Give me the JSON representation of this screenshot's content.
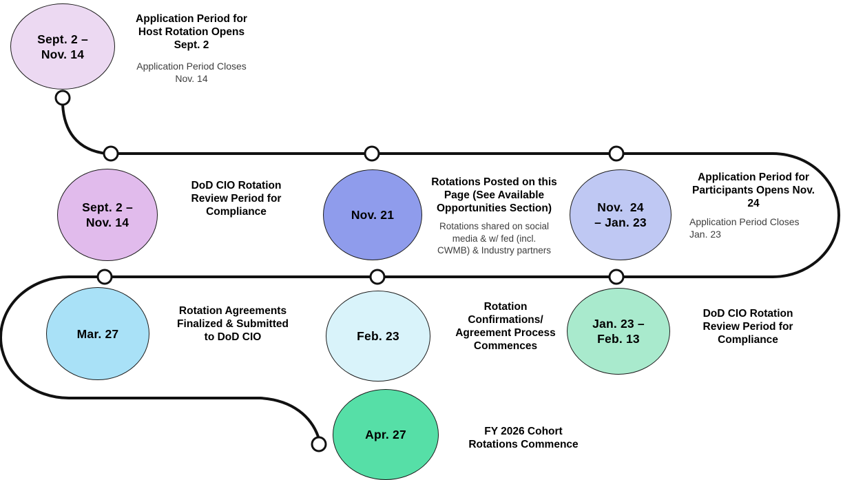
{
  "diagram": {
    "description": "FY 2026 cohort rotation program timeline",
    "colors": {
      "line": "#111111",
      "node_fill": "#ffffff",
      "title_text": "#000000",
      "subtitle_text": "#3d3d3d"
    }
  },
  "milestones": [
    {
      "id": "host-application-period",
      "date": "Sept. 2 –\nNov. 14",
      "title": "Application Period for\nHost Rotation Opens\nSept. 2",
      "subtitle": "Application Period Closes\nNov. 14",
      "color": "#ecd9f2"
    },
    {
      "id": "host-compliance-review",
      "date": "Sept. 2 –\nNov. 14",
      "title": "DoD CIO Rotation\nReview Period for\nCompliance",
      "subtitle": "",
      "color": "#e1bbec"
    },
    {
      "id": "rotations-posted",
      "date": "Nov. 21",
      "title": "Rotations Posted on this\nPage (See Available\nOpportunities Section)",
      "subtitle": "Rotations shared on social\nmedia & w/ fed (incl.\nCWMB) & Industry partners",
      "color": "#8f9cec"
    },
    {
      "id": "participant-application-period",
      "date": "Nov.  24\n– Jan. 23",
      "title": "Application Period for\nParticipants Opens Nov.\n24",
      "subtitle": "Application Period Closes\nJan. 23",
      "color": "#bfc8f3"
    },
    {
      "id": "agreements-finalized",
      "date": "Mar. 27",
      "title": "Rotation Agreements\nFinalized & Submitted\nto DoD CIO",
      "subtitle": "",
      "color": "#a9e1f7"
    },
    {
      "id": "confirmations-commence",
      "date": "Feb. 23",
      "title": "Rotation\nConfirmations/\nAgreement Process\nCommences",
      "subtitle": "",
      "color": "#d9f3fa"
    },
    {
      "id": "participant-compliance-review",
      "date": "Jan. 23 –\nFeb. 13",
      "title": "DoD CIO Rotation\nReview Period for\nCompliance",
      "subtitle": "",
      "color": "#a9eacd"
    },
    {
      "id": "rotations-commence",
      "date": "Apr. 27",
      "title": "FY 2026 Cohort\nRotations Commence",
      "subtitle": "",
      "color": "#56dfa7"
    }
  ]
}
